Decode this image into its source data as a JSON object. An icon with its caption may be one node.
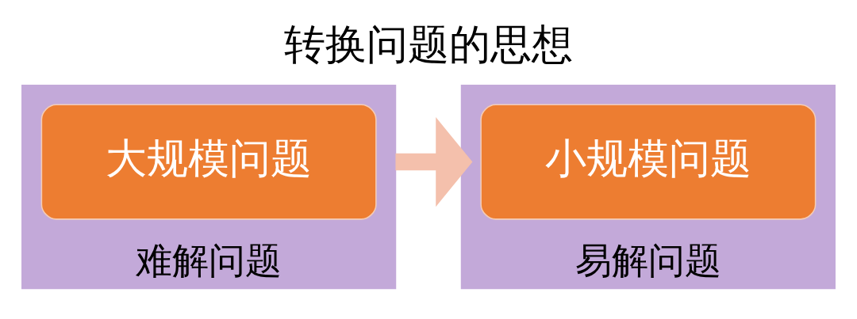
{
  "diagram": {
    "title": "转换问题的思想",
    "nodes": [
      {
        "text": [
          "难解问题"
        ]
      },
      {
        "text": [
          "大规模问题"
        ],
        "in": 0
      },
      {
        "text": [
          "易解问题"
        ]
      },
      {
        "text": [
          "小规模问题"
        ],
        "in": 2
      }
    ],
    "edges": [
      {
        "from": 0,
        "to": 2,
        "arrow": "to"
      }
    ]
  }
}
